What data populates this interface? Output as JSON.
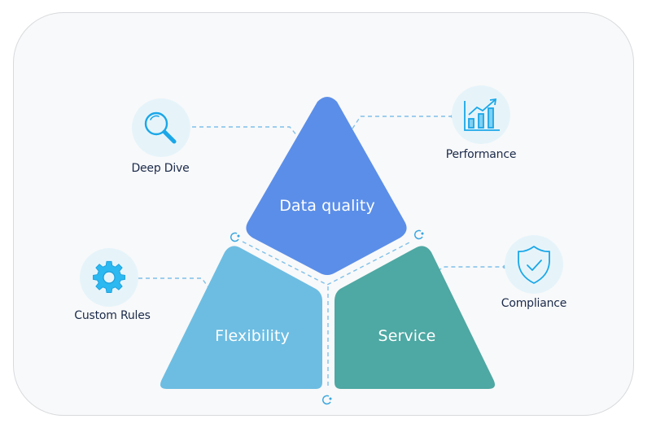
{
  "diagram": {
    "segments": [
      {
        "label": "Data quality",
        "color": "#5b8ee8"
      },
      {
        "label": "Flexibility",
        "color": "#6dbde2"
      },
      {
        "label": "Service",
        "color": "#4ea8a3"
      }
    ],
    "features": [
      {
        "label": "Deep Dive",
        "icon": "magnifier-icon"
      },
      {
        "label": "Performance",
        "icon": "bar-chart-icon"
      },
      {
        "label": "Custom Rules",
        "icon": "gear-icon"
      },
      {
        "label": "Compliance",
        "icon": "shield-check-icon"
      }
    ],
    "colors": {
      "icon_blue": "#1aa7e8",
      "icon_circle": "#e6f4fa",
      "connector": "#7fc0ea",
      "text": "#1b2a4a"
    }
  }
}
